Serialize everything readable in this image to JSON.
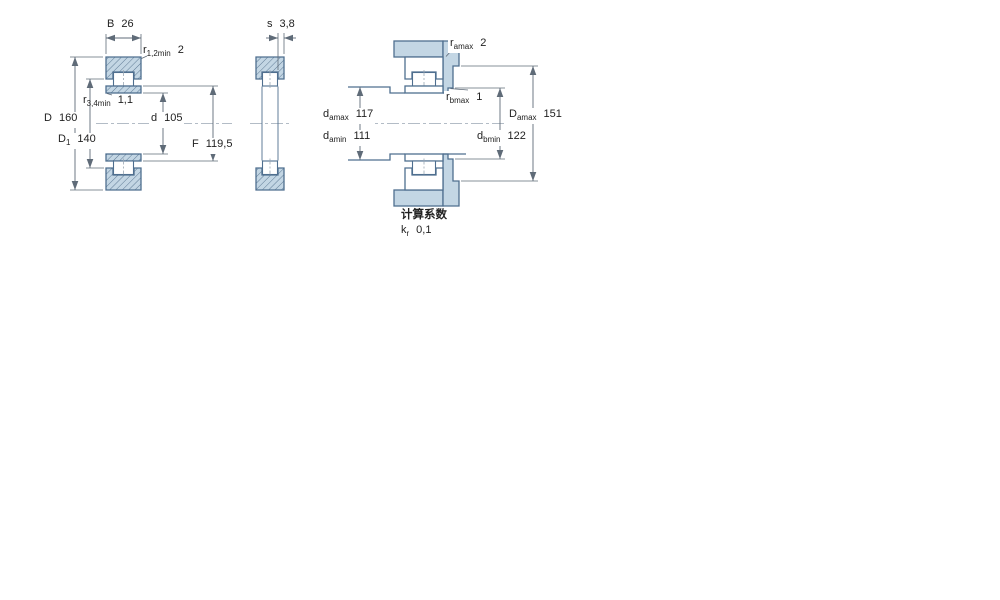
{
  "page": {
    "background": "#ffffff"
  },
  "colors": {
    "part_fill": "#c3d6e4",
    "part_outline": "#4f6f8f",
    "dimension_line": "#5f6b78",
    "text": "#222222"
  },
  "labels": {
    "left_view": {
      "B": {
        "name": "B",
        "value": "26"
      },
      "r12": {
        "name": "r",
        "sub": "1,2min",
        "value": "2"
      },
      "r34": {
        "name": "r",
        "sub": "3,4min",
        "value": "1,1"
      },
      "D": {
        "name": "D",
        "value": "160"
      },
      "D1": {
        "name": "D",
        "sub": "1",
        "value": "140"
      },
      "d": {
        "name": "d",
        "value": "105"
      },
      "F": {
        "name": "F",
        "value": "119,5"
      }
    },
    "side_view": {
      "s": {
        "name": "s",
        "value": "3,8"
      }
    },
    "mounting_view": {
      "ramax": {
        "name": "r",
        "sub": "amax",
        "value": "2"
      },
      "rbmax": {
        "name": "r",
        "sub": "bmax",
        "value": "1"
      },
      "damax": {
        "name": "d",
        "sub": "amax",
        "value": "117"
      },
      "damin": {
        "name": "d",
        "sub": "amin",
        "value": "111"
      },
      "Damax": {
        "name": "D",
        "sub": "amax",
        "value": "151"
      },
      "dbmin": {
        "name": "d",
        "sub": "bmin",
        "value": "122"
      }
    },
    "calculation_factors": {
      "heading": "计算系数",
      "kr": {
        "name": "k",
        "sub": "r",
        "value": "0,1"
      }
    }
  }
}
